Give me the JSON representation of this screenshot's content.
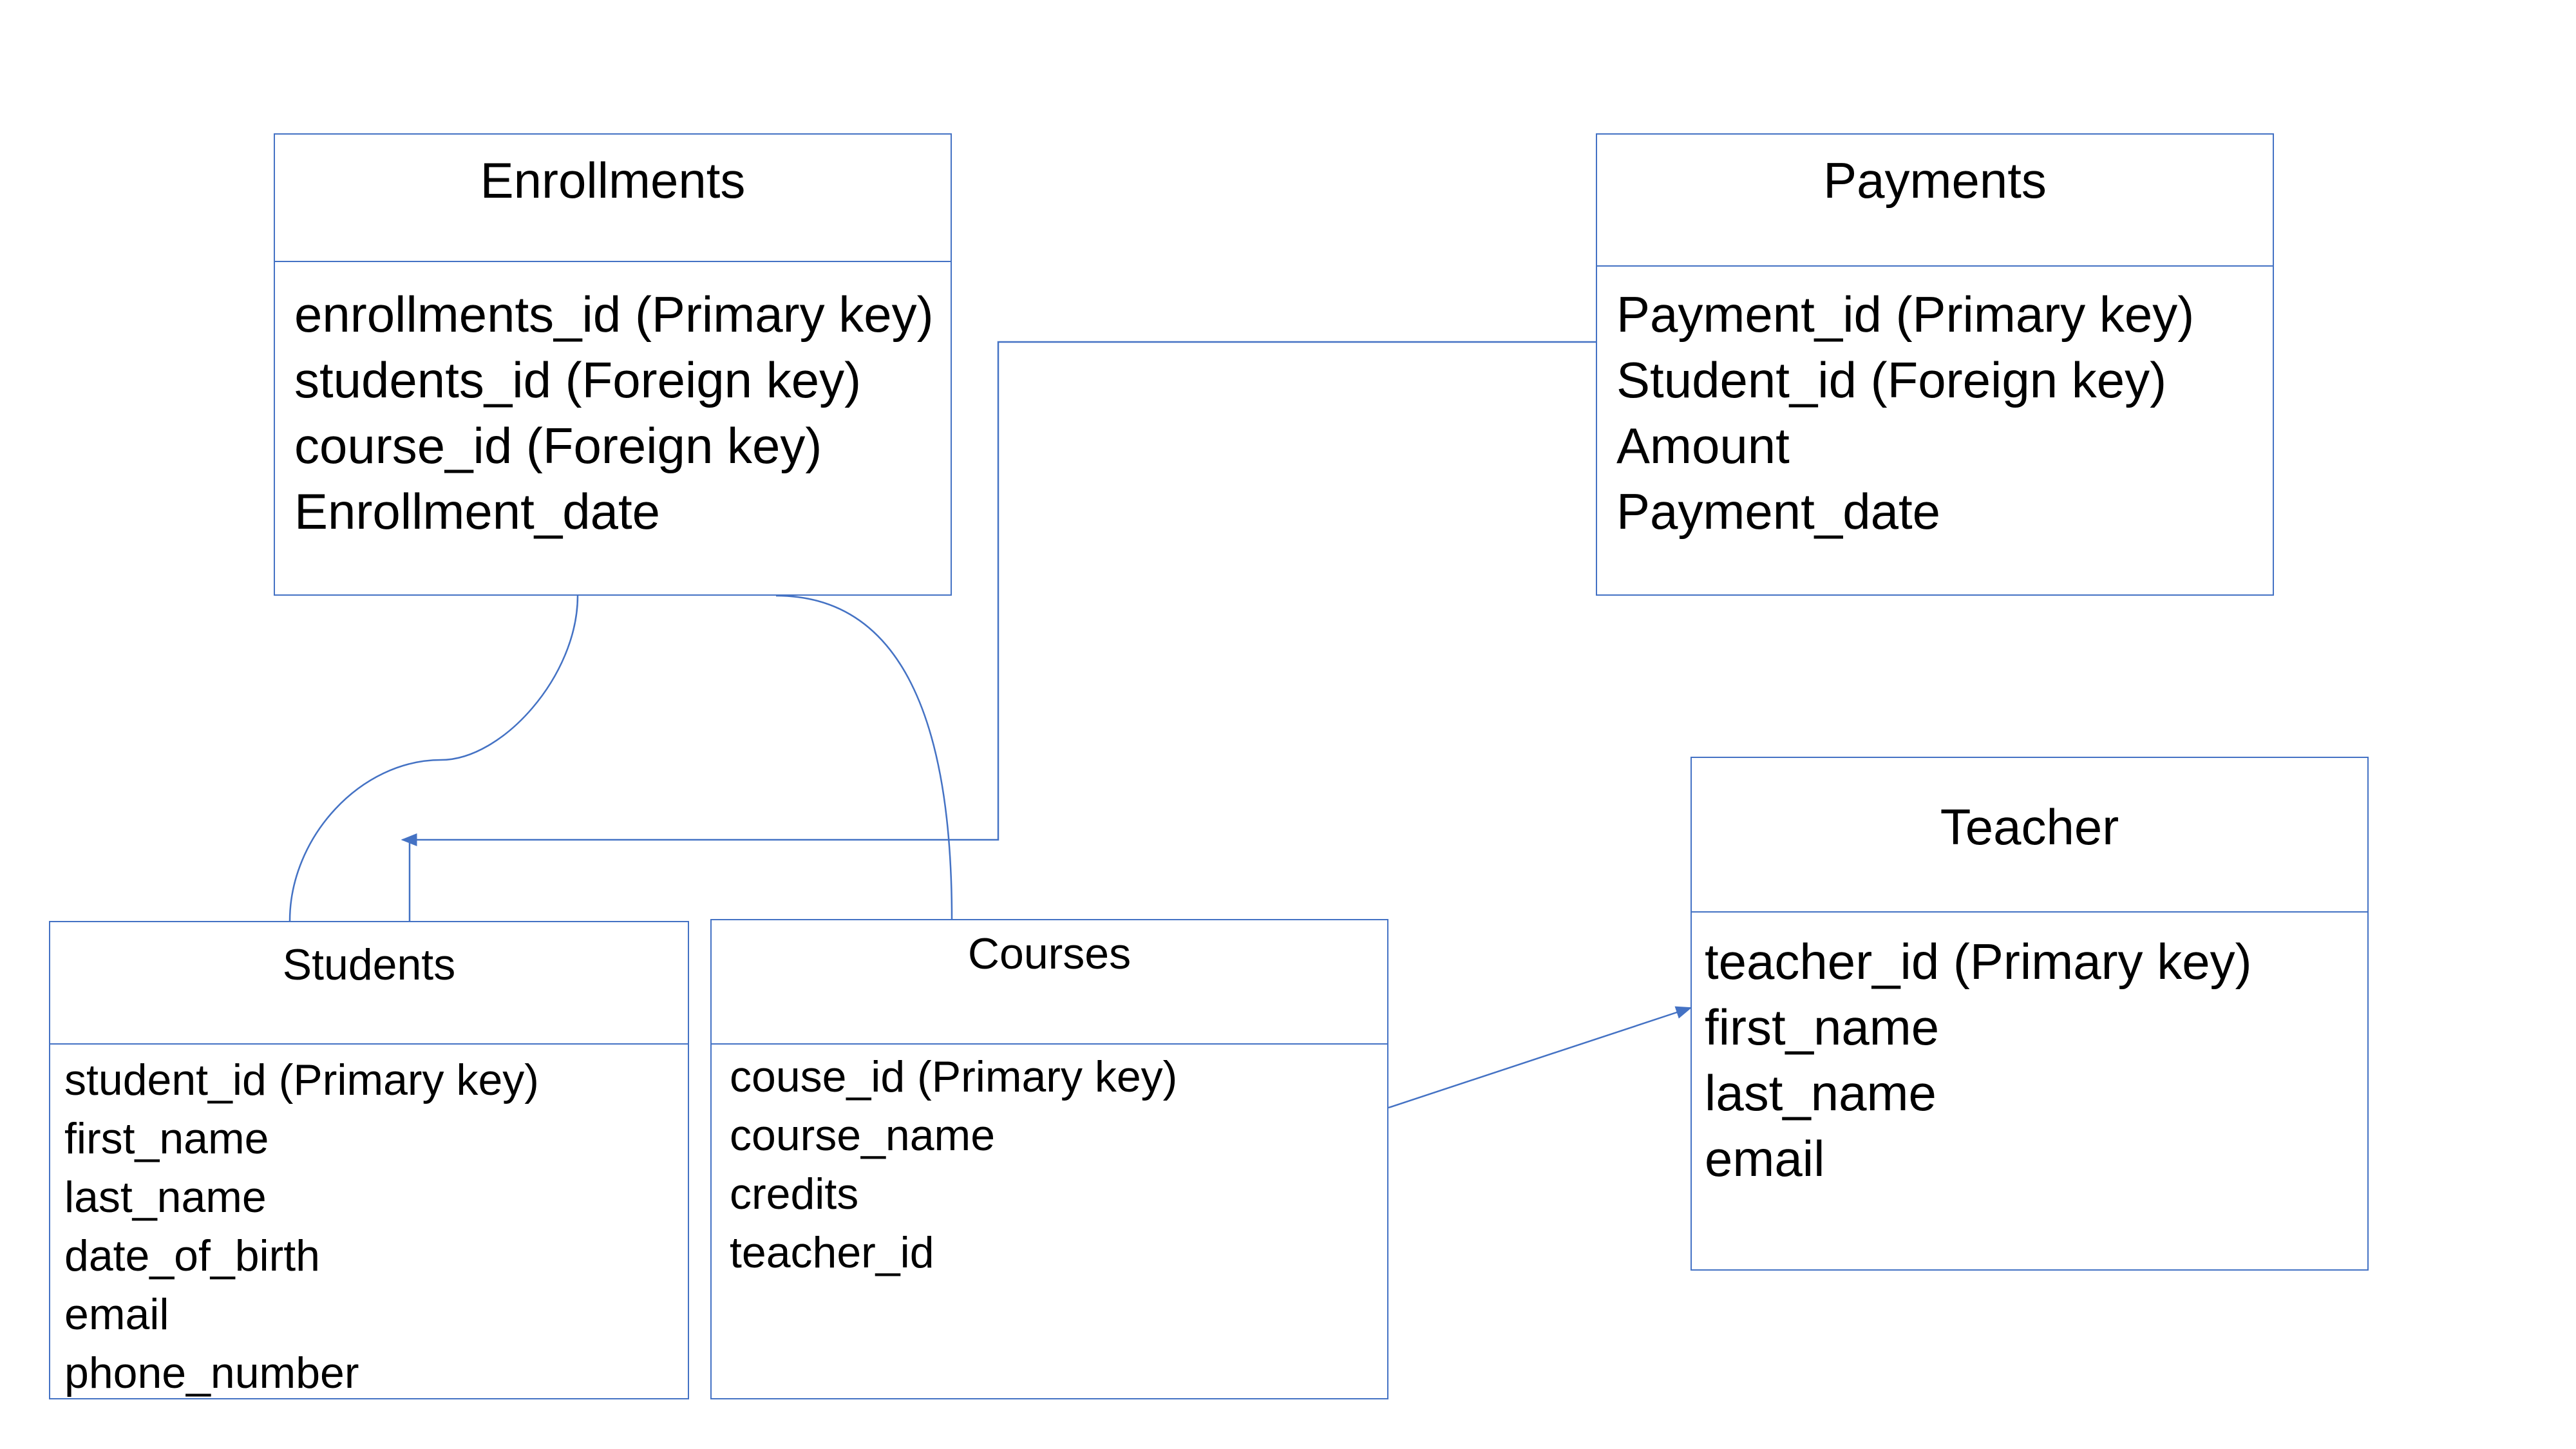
{
  "diagram": {
    "line_color": "#4472c4",
    "entities": {
      "enrollments": {
        "title": "Enrollments",
        "fields": [
          "enrollments_id (Primary key)",
          "students_id (Foreign key)",
          "course_id (Foreign key)",
          "Enrollment_date"
        ]
      },
      "payments": {
        "title": "Payments",
        "fields": [
          "Payment_id (Primary key)",
          "Student_id (Foreign key)",
          "Amount",
          "Payment_date"
        ]
      },
      "teacher": {
        "title": "Teacher",
        "fields": [
          "teacher_id (Primary key)",
          "first_name",
          "last_name",
          "email"
        ]
      },
      "students": {
        "title": "Students",
        "fields": [
          "student_id (Primary key)",
          "first_name",
          "last_name",
          "date_of_birth",
          "email",
          "phone_number"
        ]
      },
      "courses": {
        "title": "Courses",
        "fields": [
          "couse_id (Primary key)",
          "course_name",
          "credits",
          "teacher_id"
        ]
      }
    },
    "relationships": [
      {
        "from": "enrollments",
        "to": "students",
        "style": "curve"
      },
      {
        "from": "enrollments",
        "to": "courses",
        "style": "curve"
      },
      {
        "from": "payments",
        "to": "students",
        "style": "elbow-arrow"
      },
      {
        "from": "courses",
        "to": "teacher",
        "style": "straight-arrow"
      }
    ]
  }
}
